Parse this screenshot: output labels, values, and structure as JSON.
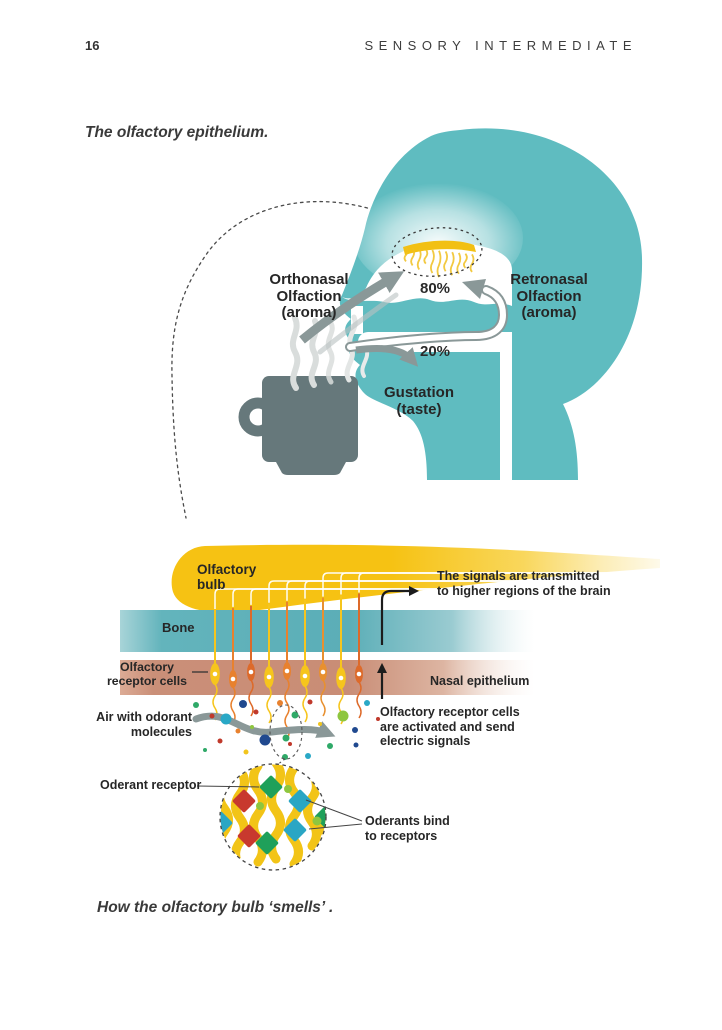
{
  "page": {
    "number": "16",
    "header_title": "SENSORY INTERMEDIATE"
  },
  "captions": {
    "top": "The olfactory epithelium.",
    "bottom": "How the olfactory bulb ‘smells’ ."
  },
  "head_diagram": {
    "orthonasal_label": "Orthonasal\nOlfaction\n(aroma)",
    "retronasal_label": "Retronasal\nOlfaction\n(aroma)",
    "gustation_label": "Gustation\n(taste)",
    "nasal_pct": "80%",
    "oral_pct": "20%"
  },
  "bulb_diagram": {
    "olfactory_bulb_label": "Olfactory\nbulb",
    "bone_label": "Bone",
    "receptor_cells_label": "Olfactory\nreceptor cells",
    "signals_label": "The signals are transmitted\nto higher regions of the brain",
    "nasal_epithelium_label": "Nasal epithelium",
    "activated_label": "Olfactory receptor cells\nare activated and send\nelectric signals",
    "air_label": "Air with odorant\nmolecules",
    "odorant_receptor_label": "Oderant receptor",
    "odorants_bind_label": "Oderants bind\nto receptors"
  },
  "colors": {
    "head_teal": "#5FBCC0",
    "arrow_gray": "#8A9898",
    "mug_gray": "#66787B",
    "steam_gray": "#D9DDDC",
    "bulb_yellow": "#F6C213",
    "bone_teal": "#5FB2BA",
    "epithelium_pink": "#C98D76",
    "cell_yellow": "#F6C51D",
    "cell_orange": "#E8812E",
    "text_dark": "#2B2B2B"
  }
}
